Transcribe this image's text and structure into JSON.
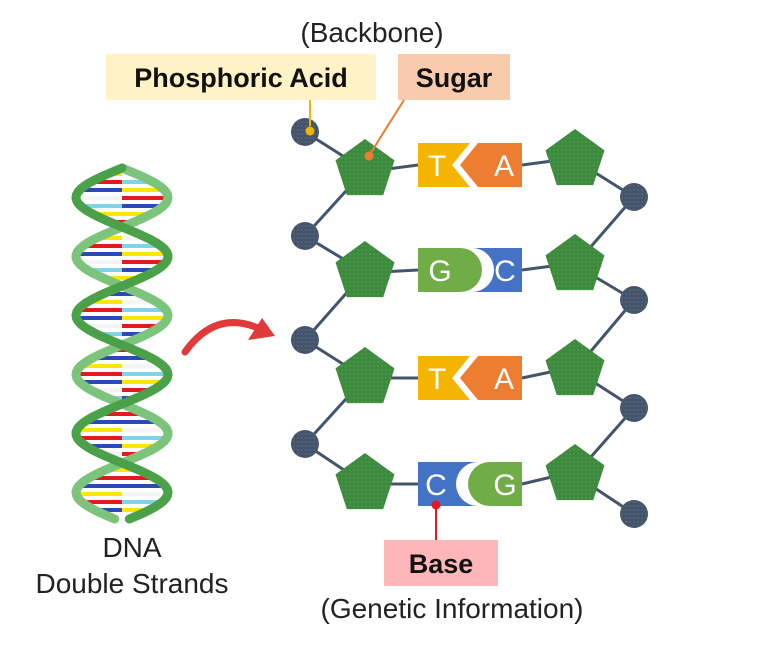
{
  "labels": {
    "backbone": "(Backbone)",
    "phosphoric_acid": "Phosphoric Acid",
    "sugar": "Sugar",
    "base": "Base",
    "genetic_information": "(Genetic Information)",
    "dna_line1": "DNA",
    "dna_line2": "Double Strands"
  },
  "base_pairs": [
    {
      "left": "T",
      "right": "A"
    },
    {
      "left": "G",
      "right": "C"
    },
    {
      "left": "T",
      "right": "A"
    },
    {
      "left": "C",
      "right": "G"
    }
  ],
  "colors": {
    "sugar": "#3c8a3c",
    "phosphate": "#44546a",
    "T": "#f5b400",
    "A": "#ed7d31",
    "G": "#70ad47",
    "C": "#4472c4",
    "phosphoric_label_bg": "#fff2c6",
    "sugar_label_bg": "#f8cbad",
    "base_label_bg": "#ffb6b9",
    "arrow": "#e03a3a"
  }
}
